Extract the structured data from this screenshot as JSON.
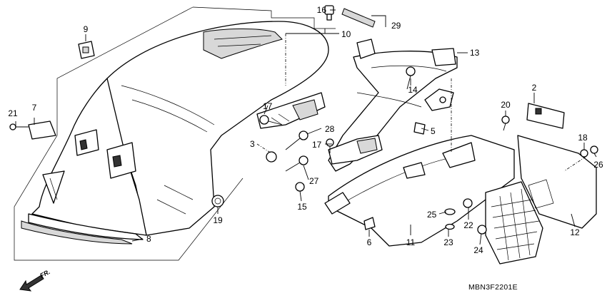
{
  "diagram": {
    "code": "MBN3F2201E",
    "direction": "FR.",
    "callouts": [
      {
        "id": "c1",
        "label": "16"
      },
      {
        "id": "c2",
        "label": "29"
      },
      {
        "id": "c3",
        "label": "9"
      },
      {
        "id": "c4",
        "label": "10"
      },
      {
        "id": "c5",
        "label": "13"
      },
      {
        "id": "c6",
        "label": "14"
      },
      {
        "id": "c7",
        "label": "7"
      },
      {
        "id": "c8",
        "label": "21"
      },
      {
        "id": "c9",
        "label": "17"
      },
      {
        "id": "c10",
        "label": "2"
      },
      {
        "id": "c11",
        "label": "20"
      },
      {
        "id": "c12",
        "label": "28"
      },
      {
        "id": "c13",
        "label": "5"
      },
      {
        "id": "c14",
        "label": "17"
      },
      {
        "id": "c15",
        "label": "3"
      },
      {
        "id": "c16",
        "label": "18"
      },
      {
        "id": "c17",
        "label": "26"
      },
      {
        "id": "c18",
        "label": "27"
      },
      {
        "id": "c19",
        "label": "15"
      },
      {
        "id": "c20",
        "label": "19"
      },
      {
        "id": "c21",
        "label": "25"
      },
      {
        "id": "c22",
        "label": "22"
      },
      {
        "id": "c23",
        "label": "8"
      },
      {
        "id": "c24",
        "label": "6"
      },
      {
        "id": "c25",
        "label": "11"
      },
      {
        "id": "c26",
        "label": "23"
      },
      {
        "id": "c27",
        "label": "24"
      },
      {
        "id": "c28",
        "label": "12"
      }
    ]
  }
}
